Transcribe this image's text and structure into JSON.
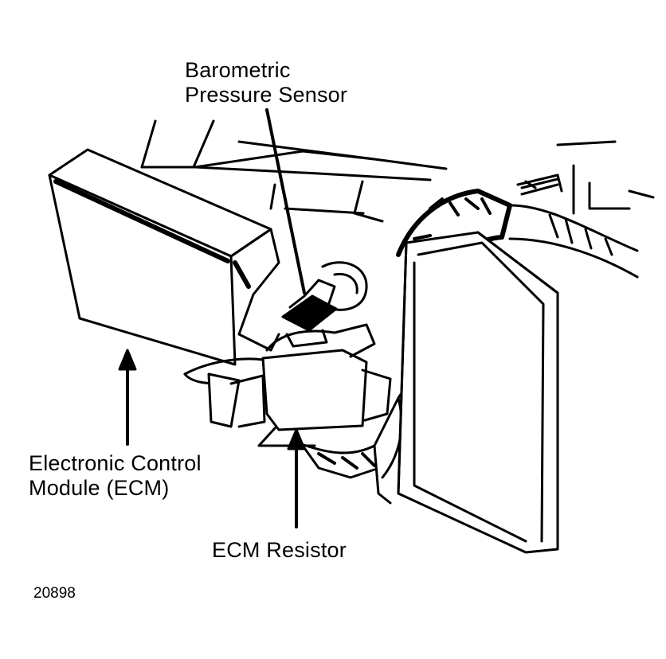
{
  "labels": {
    "barometric": {
      "line1": "Barometric",
      "line2": "Pressure Sensor"
    },
    "ecm": {
      "line1": "Electronic Control",
      "line2": "Module (ECM)"
    },
    "resistor": {
      "line1": "ECM Resistor"
    }
  },
  "figure_id": "20898",
  "colors": {
    "ink": "#000000",
    "paper": "#ffffff"
  }
}
